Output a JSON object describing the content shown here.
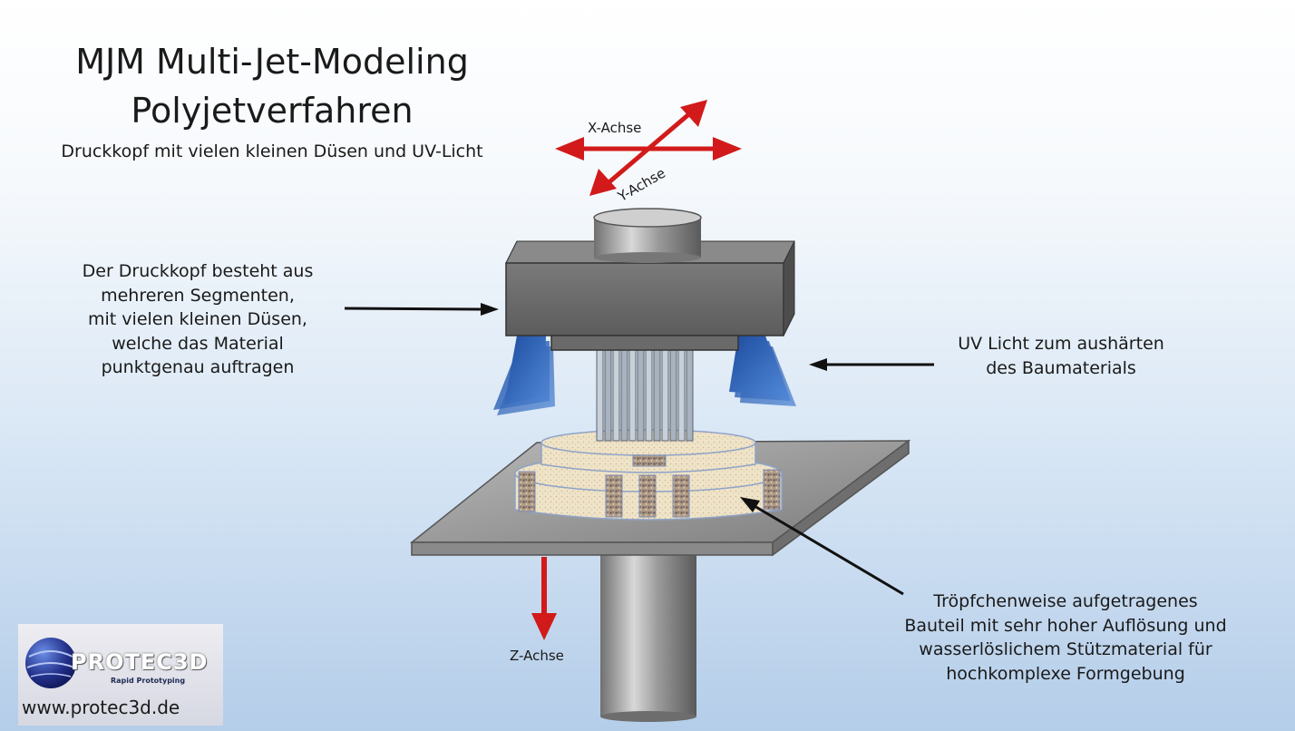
{
  "title_line1": "MJM Multi-Jet-Modeling",
  "title_line2": "Polyjetverfahren",
  "subtitle": "Druckkopf mit vielen kleinen Düsen und UV-Licht",
  "axes": {
    "x": "X-Achse",
    "y": "Y-Achse",
    "z": "Z-Achse"
  },
  "note_left": [
    "Der Druckkopf besteht aus",
    "mehreren Segmenten,",
    "mit vielen kleinen Düsen,",
    "welche das Material",
    "punktgenau auftragen"
  ],
  "note_right": [
    "UV Licht zum aushärten",
    "des Baumaterials"
  ],
  "note_bottom": [
    "Tröpfchenweise aufgetragenes",
    "Bauteil mit sehr hoher Auflösung und",
    "wasserlöslichem Stützmaterial für",
    "hochkomplexe Formgebung"
  ],
  "logo": {
    "brand": "PROTEC3D",
    "tagline": "Rapid Prototyping",
    "url": "www.protec3d.de"
  },
  "colors": {
    "arrow_red": "#d21a1a",
    "uv_blue": "#2f62b5",
    "head_gray": "#6e6e6e"
  }
}
